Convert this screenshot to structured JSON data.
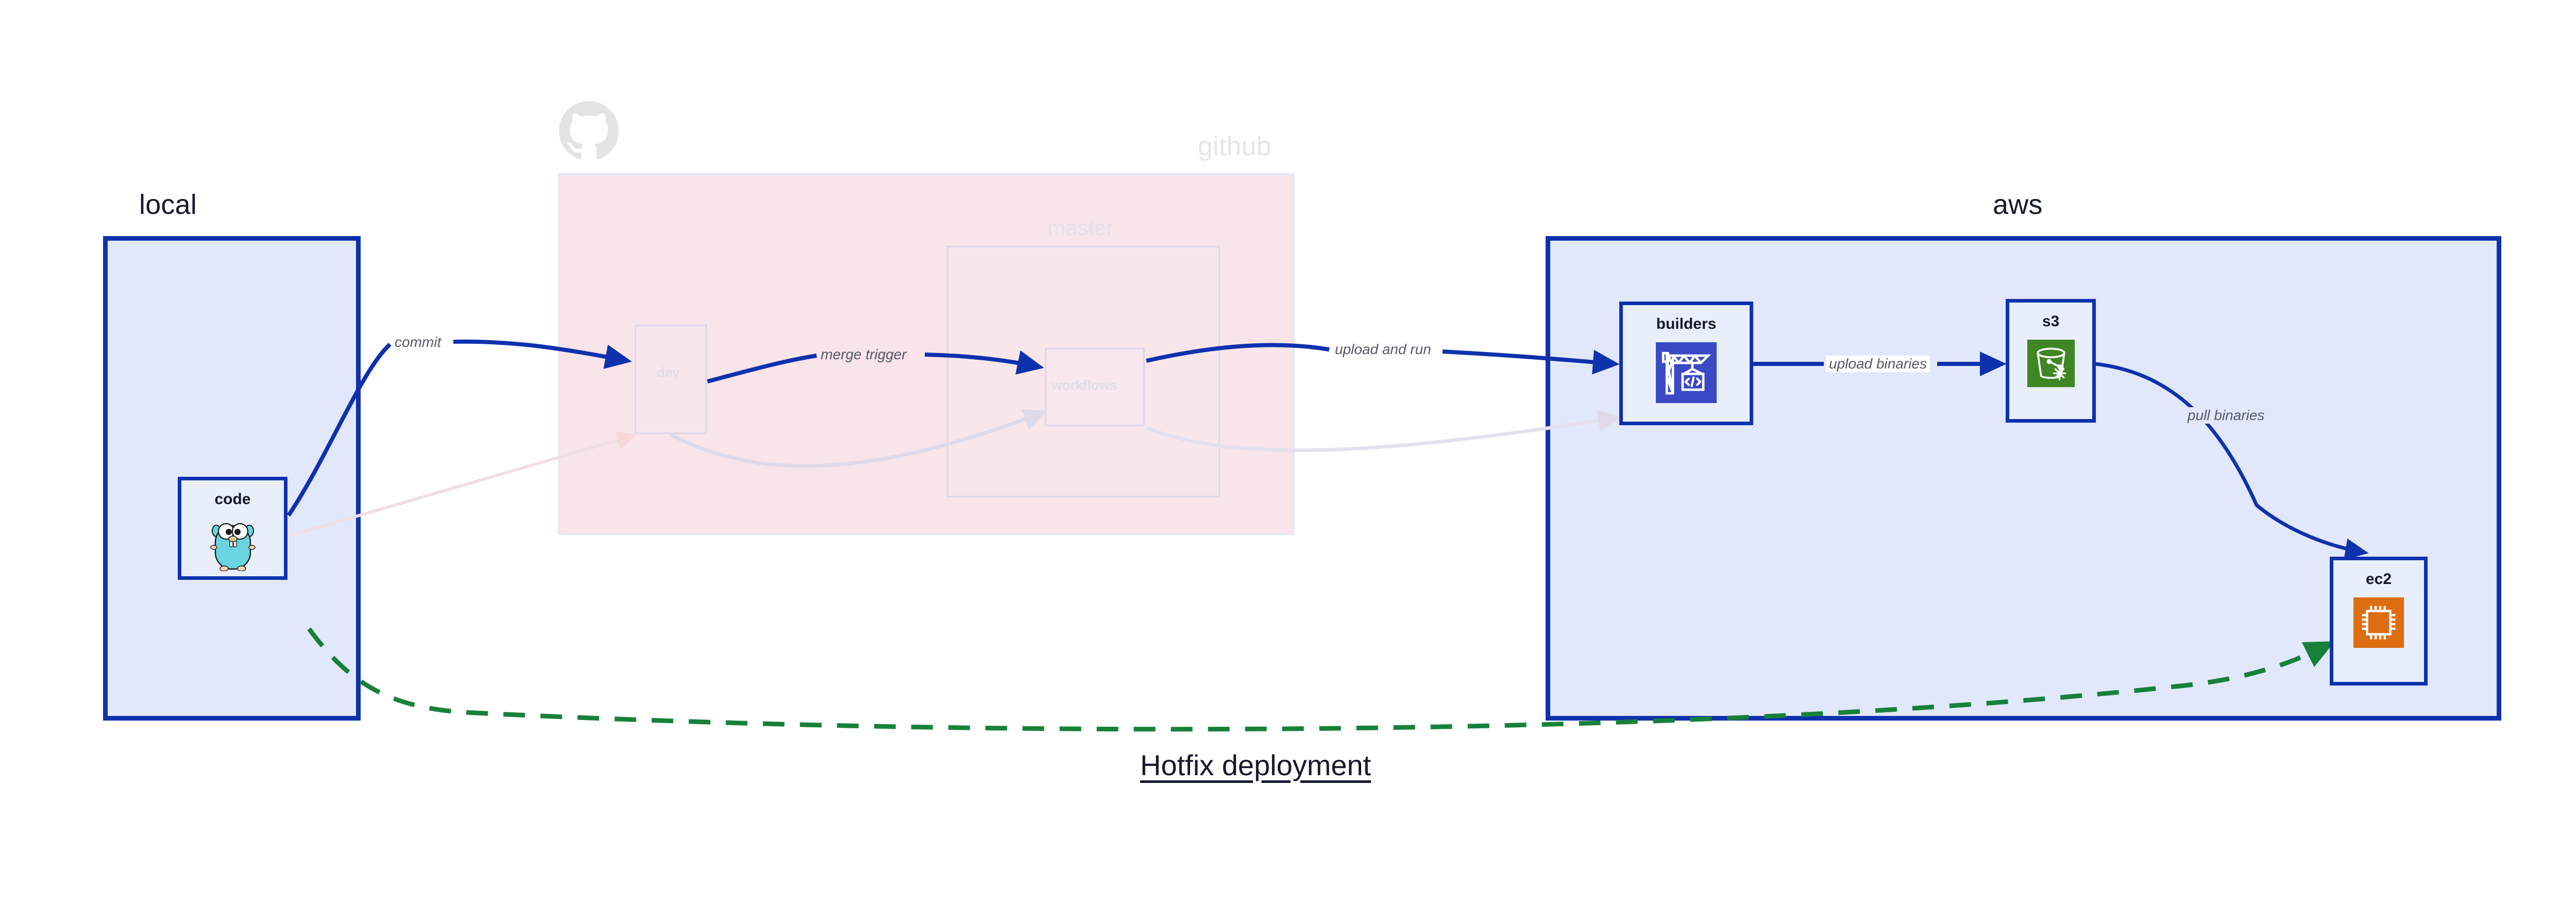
{
  "diagram": {
    "caption": "Hotfix deployment",
    "colors": {
      "zone_border_blue": "#0e31ad",
      "zone_fill_blue": "#e2e8fb",
      "github_fill_pink": "#f8e4e9",
      "arrow_blue": "#0e31ad",
      "dashed_green": "#17813a",
      "label_gray": "#555a66",
      "ghost_gray": "#e0dde6",
      "builders_icon_bg": "#3a49c4",
      "s3_icon_bg": "#3f8624",
      "ec2_icon_bg": "#dd6d11",
      "gopher_blue": "#6ad4e0"
    }
  },
  "zones": [
    {
      "id": "local",
      "title": "local"
    },
    {
      "id": "github",
      "title": "github",
      "faded": true
    },
    {
      "id": "aws",
      "title": "aws"
    }
  ],
  "github_internals": {
    "logo_name": "github-octocat-logo",
    "groups": [
      {
        "id": "master",
        "label": "master"
      }
    ],
    "nodes": [
      {
        "id": "dev",
        "label": "dev"
      },
      {
        "id": "workflows",
        "label": "workflows"
      }
    ]
  },
  "nodes": [
    {
      "id": "code",
      "zone": "local",
      "label": "code",
      "icon": "go-gopher-icon"
    },
    {
      "id": "builders",
      "zone": "aws",
      "label": "builders",
      "icon": "crane-code-icon"
    },
    {
      "id": "s3",
      "zone": "aws",
      "label": "s3",
      "icon": "s3-bucket-glacier-icon"
    },
    {
      "id": "ec2",
      "zone": "aws",
      "label": "ec2",
      "icon": "cpu-chip-icon"
    }
  ],
  "edges": [
    {
      "id": "commit",
      "from": "code",
      "to": "dev",
      "label": "commit",
      "style": "solid",
      "color": "#0e31ad"
    },
    {
      "id": "merge",
      "from": "dev",
      "to": "workflows",
      "label": "merge trigger",
      "style": "solid",
      "color": "#0e31ad"
    },
    {
      "id": "uploadrun",
      "from": "workflows",
      "to": "builders",
      "label": "upload and run",
      "style": "solid",
      "color": "#0e31ad"
    },
    {
      "id": "uploadbin",
      "from": "builders",
      "to": "s3",
      "label": "upload binaries",
      "style": "solid",
      "color": "#0e31ad"
    },
    {
      "id": "pullbin",
      "from": "s3",
      "to": "ec2",
      "label": "pull binaries",
      "style": "solid",
      "color": "#0e31ad"
    },
    {
      "id": "hotfix",
      "from": "code",
      "to": "ec2",
      "label": "",
      "style": "dashed",
      "color": "#17813a"
    }
  ]
}
